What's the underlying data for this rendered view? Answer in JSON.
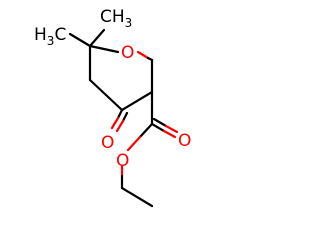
{
  "molecule": {
    "atoms": {
      "methyl_left_main": "H",
      "methyl_left_sub": "3",
      "methyl_left_c": "C",
      "methyl_top_main": "CH",
      "methyl_top_sub": "3",
      "ring_oxygen": "O",
      "ketone_oxygen": "O",
      "carbonyl_oxygen": "O",
      "ester_oxygen": "O"
    },
    "colors": {
      "carbon_bond": "#000000",
      "oxygen": "#ff0000"
    }
  }
}
